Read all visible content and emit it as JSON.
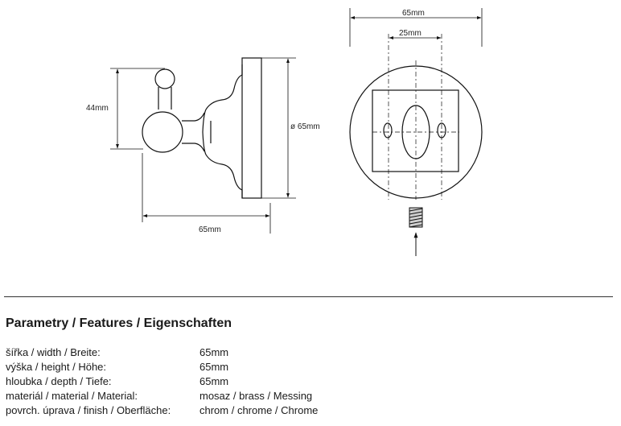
{
  "drawing": {
    "side_view": {
      "height_dim": "44mm",
      "diameter_dim": "ø 65mm",
      "depth_dim": "65mm"
    },
    "front_view": {
      "width_dim": "65mm",
      "hole_spacing_dim": "25mm"
    }
  },
  "features": {
    "title": "Parametry / Features / Eigenschaften",
    "rows": [
      {
        "label": "šířka / width / Breite:",
        "value": "65mm"
      },
      {
        "label": "výška / height / Höhe:",
        "value": "65mm"
      },
      {
        "label": "hloubka / depth / Tiefe:",
        "value": "65mm"
      },
      {
        "label": "materiál / material / Material:",
        "value": "mosaz / brass / Messing"
      },
      {
        "label": "povrch. úprava / finish / Oberfläche:",
        "value": "chrom / chrome / Chrome"
      }
    ]
  }
}
